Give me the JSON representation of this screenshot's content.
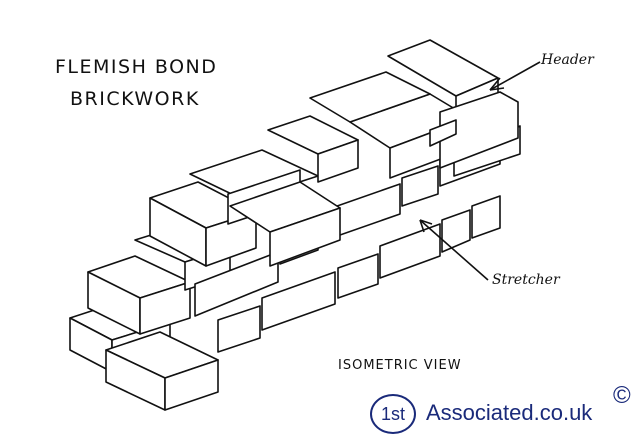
{
  "title": {
    "line1": "FLEMISH BOND",
    "line2": "BRICKWORK"
  },
  "labels": {
    "header": "Header",
    "stretcher": "Stretcher"
  },
  "view_label": "ISOMETRIC VIEW",
  "logo": {
    "circle_text": "1st",
    "text": "Associated.co.uk",
    "copyright": "©",
    "color": "#1a2a7a"
  }
}
